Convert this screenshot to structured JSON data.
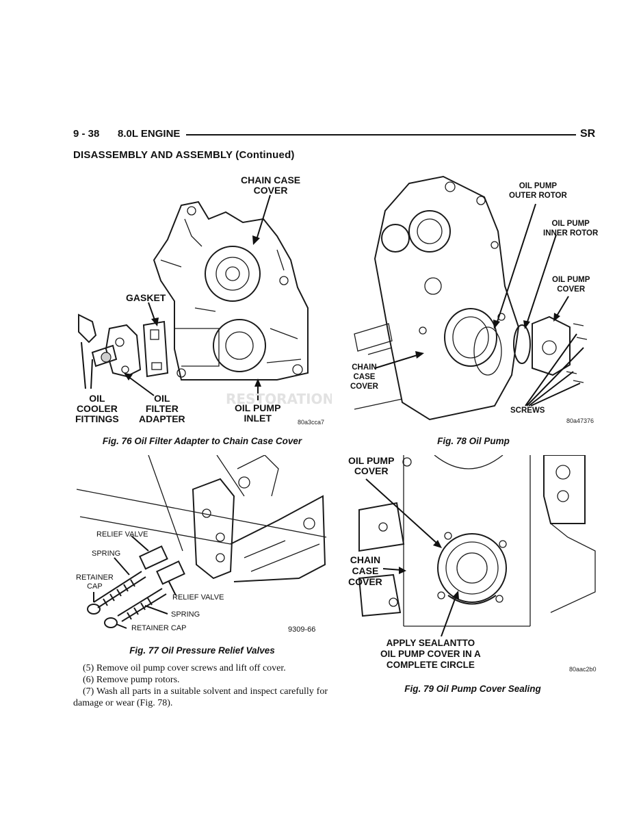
{
  "header": {
    "page_number": "9 - 38",
    "section": "8.0L ENGINE",
    "code": "SR"
  },
  "section_title": "DISASSEMBLY AND ASSEMBLY (Continued)",
  "figures": {
    "fig76": {
      "caption": "Fig. 76 Oil Filter Adapter to Chain Case Cover",
      "labels": {
        "chain_case_cover": "CHAIN CASE\nCOVER",
        "gasket": "GASKET",
        "oil_cooler_fittings": "OIL\nCOOLER\nFITTINGS",
        "oil_filter_adapter": "OIL\nFILTER\nADAPTER",
        "oil_pump_inlet": "OIL PUMP\nINLET"
      },
      "code": "80a3cca7"
    },
    "fig77": {
      "caption": "Fig. 77 Oil Pressure Relief Valves",
      "labels": {
        "relief_valve_top": "RELIEF VALVE",
        "spring_top": "SPRING",
        "retainer_cap_top": "RETAINER\nCAP",
        "relief_valve_bottom": "RELIEF VALVE",
        "spring_bottom": "SPRING",
        "retainer_cap_bottom": "RETAINER CAP"
      },
      "code": "9309-66"
    },
    "fig78": {
      "caption": "Fig. 78 Oil Pump",
      "labels": {
        "outer_rotor": "OIL PUMP\nOUTER ROTOR",
        "inner_rotor": "OIL PUMP\nINNER ROTOR",
        "pump_cover": "OIL PUMP\nCOVER",
        "chain_case_cover": "CHAIN\nCASE\nCOVER",
        "screws": "SCREWS"
      },
      "code": "80a47376"
    },
    "fig79": {
      "caption": "Fig. 79 Oil Pump Cover Sealing",
      "labels": {
        "pump_cover": "OIL PUMP\nCOVER",
        "chain_case_cover": "CHAIN\nCASE\nCOVER",
        "sealant": "APPLY SEALANTTO\nOIL PUMP COVER IN A\nCOMPLETE CIRCLE"
      },
      "code": "80aac2b0"
    }
  },
  "steps": [
    "(5) Remove oil pump cover screws and lift off cover.",
    "(6) Remove pump rotors.",
    "(7) Wash all parts in a suitable solvent and inspect carefully for damage or wear (Fig. 78)."
  ]
}
